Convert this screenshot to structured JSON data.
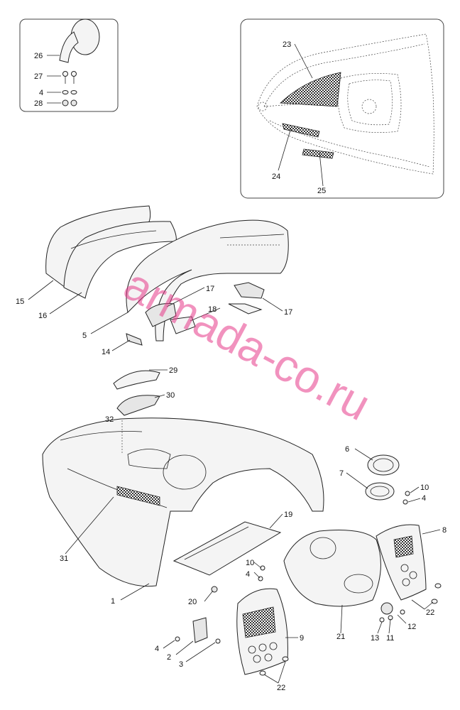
{
  "watermark": "armada-co.ru",
  "labels": {
    "l1": "1",
    "l2": "2",
    "l3": "3",
    "l4a": "4",
    "l4b": "4",
    "l4c": "4",
    "l4d": "4",
    "l5": "5",
    "l6": "6",
    "l7": "7",
    "l8": "8",
    "l9": "9",
    "l10a": "10",
    "l10b": "10",
    "l11": "11",
    "l12": "12",
    "l13": "13",
    "l14": "14",
    "l15": "15",
    "l16": "16",
    "l17a": "17",
    "l17b": "17",
    "l18": "18",
    "l19": "19",
    "l20": "20",
    "l21": "21",
    "l22a": "22",
    "l22b": "22",
    "l23": "23",
    "l24": "24",
    "l25": "25",
    "l26": "26",
    "l27": "27",
    "l28": "28",
    "l29": "29",
    "l30": "30",
    "l31": "31",
    "l32": "32"
  }
}
